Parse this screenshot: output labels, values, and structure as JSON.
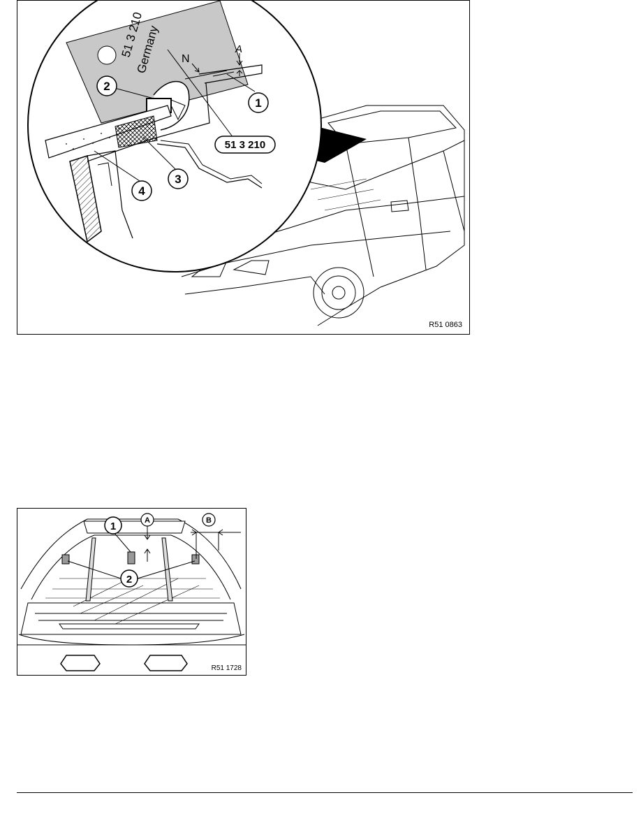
{
  "figure1": {
    "code": "R51 0863",
    "plate_part_no": "51 3 210",
    "plate_country": "Germany",
    "letter_n": "N",
    "letter_a": "A",
    "callouts": [
      "1",
      "2",
      "3",
      "4"
    ],
    "tool_tag": "51 3 210"
  },
  "figure2": {
    "code": "R51 1728",
    "callouts": [
      "1",
      "2"
    ],
    "letter_a": "A",
    "letter_b": "B"
  }
}
